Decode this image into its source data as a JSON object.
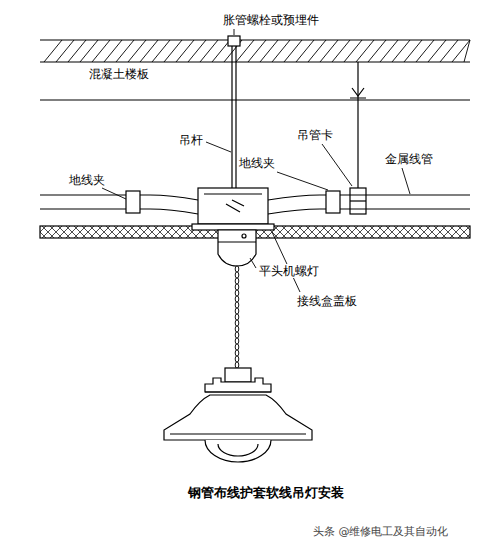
{
  "diagram": {
    "caption": "钢管布线护套软线吊灯安装",
    "labels": [
      "胀管螺栓或预埋件",
      "混凝土楼板",
      "吊杆",
      "地线夹",
      "吊管卡",
      "地线夹",
      "金属线管",
      "平头机螺灯",
      "接线盒盖板",
      "头条 @维修电工及其自动化"
    ]
  }
}
